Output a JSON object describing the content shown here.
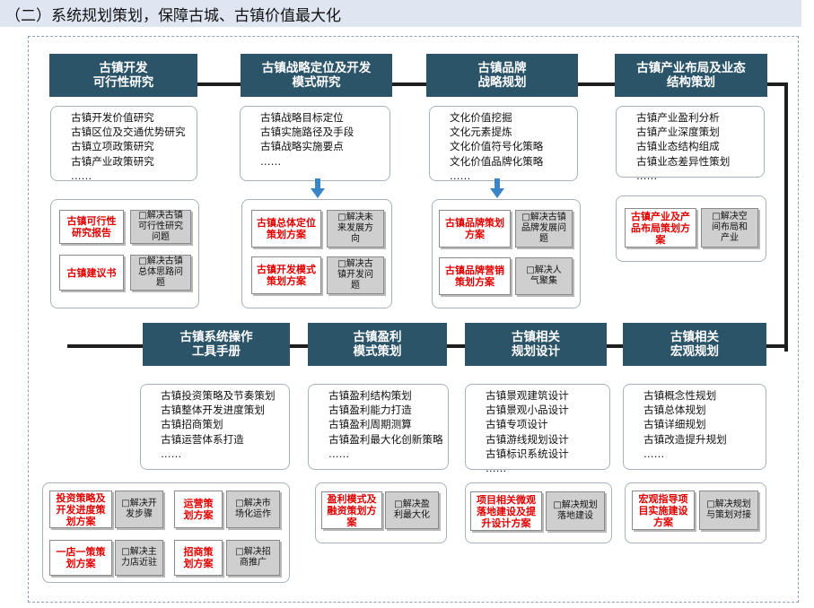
{
  "header": {
    "title": "（二）系统规划策划，保障古城、古镇价值最大化"
  },
  "stages": [
    {
      "title": "古镇开发\n可行性研究",
      "items": [
        "古镇开发价值研究",
        "古镇区位及交通优势研究",
        "古镇立项政策研究",
        "古镇产业政策研究",
        "……"
      ],
      "outputs": [
        {
          "result": "古镇可行性\n研究报告",
          "solve": "□解决古镇\n可行性研究\n问题"
        },
        {
          "result": "古镇建议书",
          "solve": "□解决古镇\n总体思路问\n题"
        }
      ]
    },
    {
      "title": "古镇战略定位及开发\n模式研究",
      "items": [
        "古镇战略目标定位",
        "古镇实施路径及手段",
        "古镇战略实施要点",
        "……"
      ],
      "outputs": [
        {
          "result": "古镇总体定位\n策划方案",
          "solve": "□解决未\n来发展方\n向"
        },
        {
          "result": "古镇开发模式\n策划方案",
          "solve": "□解决古\n镇开发问\n题"
        }
      ]
    },
    {
      "title": "古镇品牌\n战略规划",
      "items": [
        "文化价值挖掘",
        "文化元素提炼",
        "文化价值符号化策略",
        "文化价值品牌化策略",
        "……"
      ],
      "outputs": [
        {
          "result": "古镇品牌策划\n方案",
          "solve": "□解决古镇\n品牌发展问\n题"
        },
        {
          "result": "古镇品牌营销\n策划方案",
          "solve": "□解决人\n气聚集"
        }
      ]
    },
    {
      "title": "古镇产业布局及业态\n结构策划",
      "items": [
        "古镇产业盈利分析",
        "古镇产业深度策划",
        "古镇业态结构组成",
        "古镇业态差异性策划",
        "……"
      ],
      "outputs": [
        {
          "result": "古镇产业及产\n品布局策划方\n案",
          "solve": "□解决空\n间布局和\n产业"
        }
      ]
    },
    {
      "title": "古镇相关\n宏观规划",
      "items": [
        "古镇概念性规划",
        "古镇总体规划",
        "古镇详细规划",
        "古镇改造提升规划",
        "……"
      ],
      "outputs": [
        {
          "result": "宏观指导项\n目实施建设\n方案",
          "solve": "□解决规划\n与策划对接"
        }
      ]
    },
    {
      "title": "古镇相关\n规划设计",
      "items": [
        "古镇景观建筑设计",
        "古镇景观小品设计",
        "古镇专项设计",
        "古镇游线规划设计",
        "古镇标识系统设计",
        "……"
      ],
      "outputs": [
        {
          "result": "项目相关微观\n落地建设及提\n升设计方案",
          "solve": "□解决规划\n落地建设"
        }
      ]
    },
    {
      "title": "古镇盈利\n模式策划",
      "items": [
        "古镇盈利结构策划",
        "古镇盈利能力打造",
        "古镇盈利周期测算",
        "古镇盈利最大化创新策略",
        "……"
      ],
      "outputs": [
        {
          "result": "盈利模式及\n融资策划方\n案",
          "solve": "□解决盈\n利最大化"
        }
      ]
    },
    {
      "title": "古镇系统操作\n工具手册",
      "items": [
        "古镇投资策略及节奏策划",
        "古镇整体开发进度策划",
        "古镇招商策划",
        "古镇运营体系打造",
        "……"
      ],
      "outputs": [
        {
          "result": "投资策略及\n开发进度策\n划方案",
          "solve": "□解决开\n发步骤"
        },
        {
          "result": "运营策\n划方案",
          "solve": "□解决市\n场化运作"
        },
        {
          "result": "一店一策策\n划方案",
          "solve": "□解决主\n力店近驻"
        },
        {
          "result": "招商策\n划方案",
          "solve": "□解决招\n商推广"
        }
      ]
    }
  ]
}
